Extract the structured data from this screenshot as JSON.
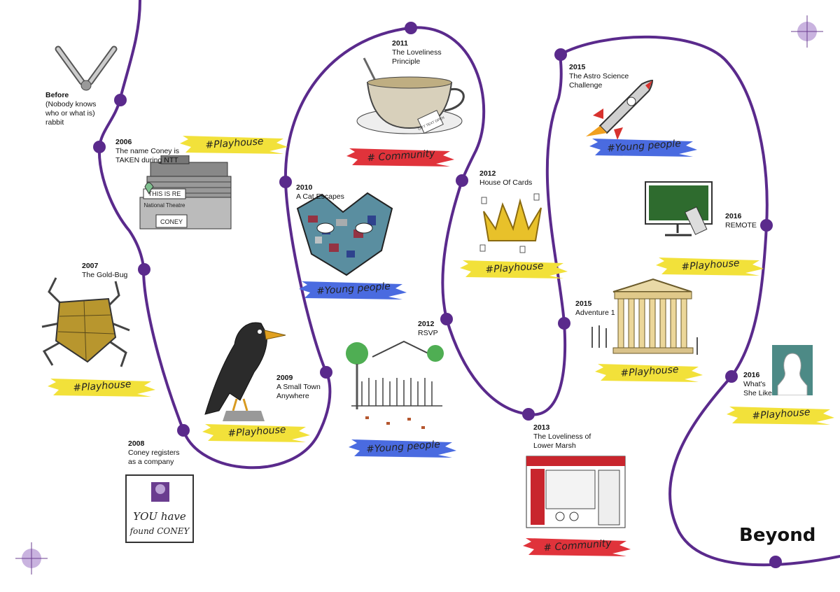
{
  "colors": {
    "route": "#5a2a8c",
    "playhouse": "#f2e13a",
    "community": "#e0333b",
    "young_people": "#4a6be0"
  },
  "final_label": "Beyond",
  "milestones": [
    {
      "year": "Before",
      "title": "(Nobody knows\nwho or what is)\nrabbit"
    },
    {
      "year": "2006",
      "title": "The name Coney is\nTAKEN during NTT"
    },
    {
      "year": "2007",
      "title": "The Gold-Bug"
    },
    {
      "year": "2008",
      "title": "Coney registers\nas a company"
    },
    {
      "year": "2009",
      "title": "A Small Town\nAnywhere"
    },
    {
      "year": "2010",
      "title": "A Cat Escapes"
    },
    {
      "year": "2011",
      "title": "The Loveliness\nPrinciple"
    },
    {
      "year": "2012",
      "title": "RSVP"
    },
    {
      "year": "2012",
      "title": "House Of Cards"
    },
    {
      "year": "2013",
      "title": "The Loveliness of\nLower Marsh"
    },
    {
      "year": "2015",
      "title": "The Astro Science\nChallenge"
    },
    {
      "year": "2015",
      "title": "Adventure  1"
    },
    {
      "year": "2016",
      "title": "REMOTE"
    },
    {
      "year": "2016",
      "title": "What's\nShe Like"
    }
  ],
  "tags": [
    {
      "text": "#Playhouse",
      "kind": "playhouse"
    },
    {
      "text": "#Playhouse",
      "kind": "playhouse"
    },
    {
      "text": "#Playhouse",
      "kind": "playhouse"
    },
    {
      "text": "#Young people",
      "kind": "young_people"
    },
    {
      "text": "# Community",
      "kind": "community"
    },
    {
      "text": "#Young people",
      "kind": "young_people"
    },
    {
      "text": "#Playhouse",
      "kind": "playhouse"
    },
    {
      "text": "# Community",
      "kind": "community"
    },
    {
      "text": "#Young people",
      "kind": "young_people"
    },
    {
      "text": "#Playhouse",
      "kind": "playhouse"
    },
    {
      "text": "#Playhouse",
      "kind": "playhouse"
    },
    {
      "text": "#Playhouse",
      "kind": "playhouse"
    }
  ],
  "illustrations": {
    "theatre_sign": "THIS IS RE",
    "theatre_name": "National Theatre",
    "sign_line1": "YOU have",
    "sign_line2": "found CONEY",
    "teabag_tag": "GIFT TEXT OPEN"
  }
}
